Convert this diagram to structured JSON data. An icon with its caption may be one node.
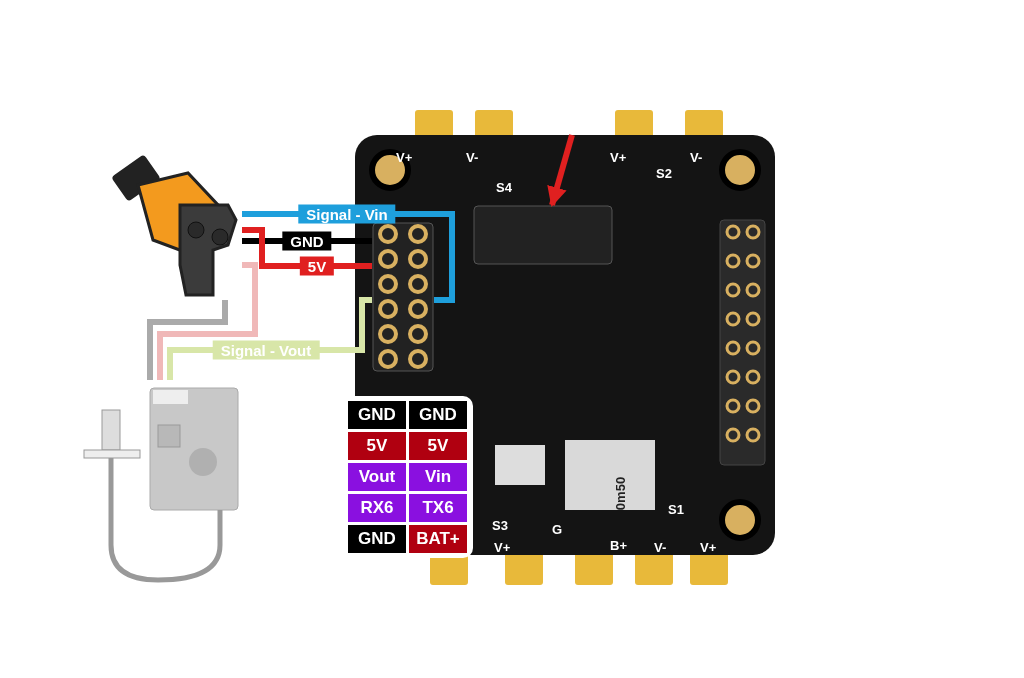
{
  "diagram": {
    "nodes": [
      {
        "text": [],
        "shape": "picture"
      },
      {
        "text": [],
        "shape": "picture"
      },
      {
        "text": [],
        "shape": "picture"
      },
      {
        "text": [],
        "shape": "box",
        "in": 2
      },
      {
        "text": [],
        "shape": "box",
        "in": 2
      }
    ],
    "edges": [
      {
        "from": 0,
        "to": 3,
        "arrow": "none",
        "label": "Signal - Vin",
        "color": "#1e9fdc"
      },
      {
        "from": 0,
        "to": 3,
        "arrow": "none",
        "label": "GND",
        "color": "#000000"
      },
      {
        "from": 0,
        "to": 3,
        "arrow": "none",
        "label": "5V",
        "color": "#e02020"
      },
      {
        "from": 1,
        "to": 3,
        "arrow": "none",
        "label": "Signal - Vout",
        "color": "#d8e6a8"
      },
      {
        "from": 1,
        "to": 0,
        "arrow": "none",
        "color": "#aaaaaa"
      },
      {
        "from": 1,
        "to": 0,
        "arrow": "none",
        "color": "#f0b8b8"
      },
      {
        "from": null,
        "to": 4,
        "arrow": "to",
        "color": "#e02020"
      }
    ],
    "labels": [
      "V+",
      "V-",
      "S4",
      "V+",
      "S2",
      "V-",
      "GND",
      "GND",
      "5V",
      "5V",
      "Vout",
      "Vin",
      "RX6",
      "TX6",
      "GND",
      "BAT+",
      "0m50",
      "S1",
      "S3",
      "V+",
      "G",
      "B+",
      "V-",
      "V+"
    ]
  }
}
